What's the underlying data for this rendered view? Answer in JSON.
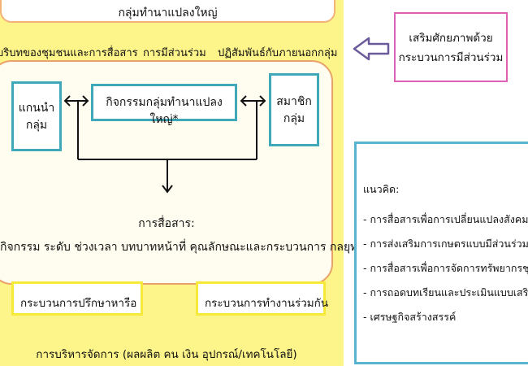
{
  "title": "กลุ่มทำนาแปลงใหญ่",
  "context": {
    "community": "บริบทของชุมชนและการสื่อสาร",
    "participation": "การมีส่วนร่วม",
    "external": "ปฏิสัมพันธ์กับภายนอกกลุ่ม"
  },
  "leader_box": [
    "แกนนำ",
    "กลุ่ม"
  ],
  "activity_box": "กิจกรรมกลุ่มทำนาแปลงใหญ่*",
  "member_box": [
    "สมาชิก",
    "กลุ่ม"
  ],
  "communication": {
    "heading": "การสื่อสาร:",
    "details": "กิจกรรม ระดับ ช่วงเวลา บทบาทหน้าที่ คุณลักษณะและกระบวนการ กลยุทธ์"
  },
  "process_consult": "กระบวนการปรึกษาหารือ",
  "process_work": "กระบวนการทำงานร่วมกัน",
  "management": "การบริหารจัดการ (ผลผลิต คน เงิน อุปกรณ์/เทคโนโลยี)",
  "empower_box": [
    "เสริมศักยภาพด้วย",
    "กระบวนการมีส่วนร่วม"
  ],
  "concept": {
    "title": "แนวคิด:",
    "items": [
      "- การสื่อสารเพื่อการเปลี่ยนแปลงสังคม",
      "- การส่งเสริมการเกษตรแบบมีส่วนร่วม",
      "- การสื่อสารเพื่อการจัดการทรัพยากรชุมชน",
      "- การถอดบทเรียนและประเมินแบบเสริมพลัง",
      "- เศรษฐกิจสร้างสรรค์"
    ]
  },
  "colors": {
    "yellow_background": "#fdf48a",
    "orange_border": "#e8a26a",
    "teal_border": "#3fa9b9",
    "yellow_border": "#f6e93a",
    "pink_border": "#e060b8",
    "arrow_purple": "#6b5b9a"
  }
}
